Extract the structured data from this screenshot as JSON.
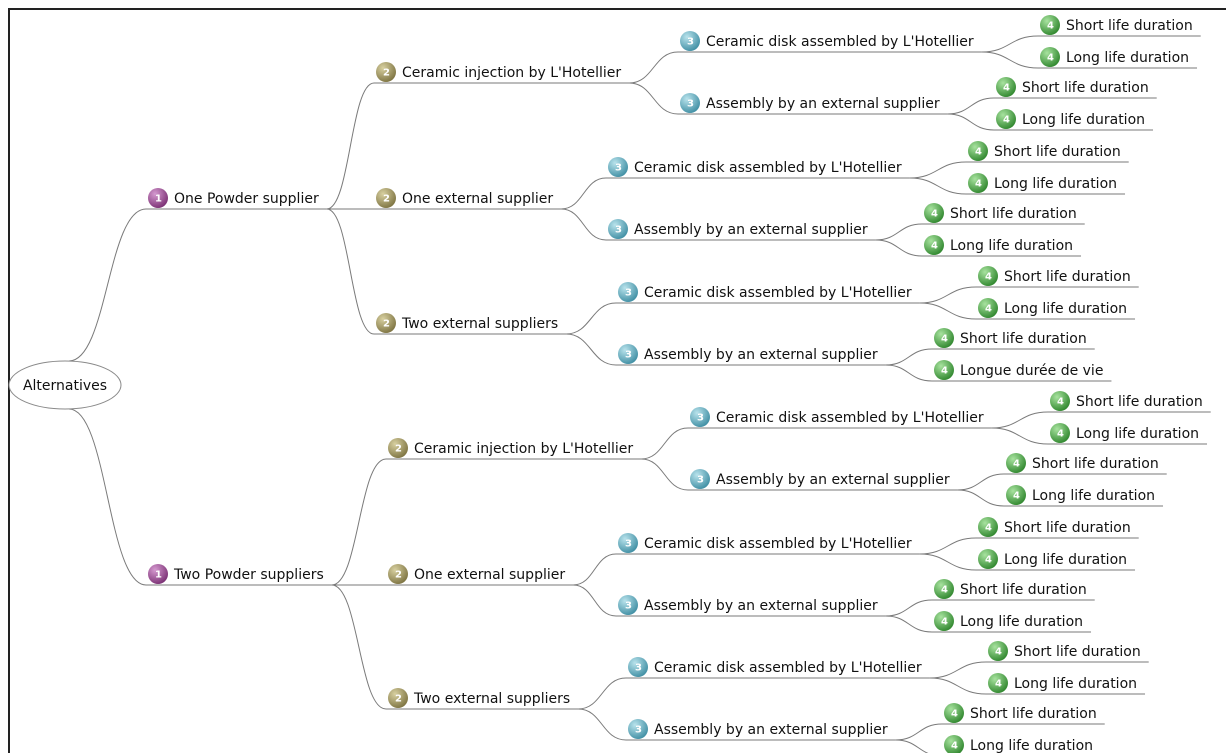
{
  "root": {
    "label": "Alternatives",
    "children": [
      {
        "level": 1,
        "label": "One Powder supplier",
        "children": [
          {
            "level": 2,
            "label": "Ceramic injection by L'Hotellier",
            "children": [
              {
                "level": 3,
                "label": "Ceramic disk assembled by L'Hotellier",
                "children": [
                  {
                    "level": 4,
                    "label": "Short life duration"
                  },
                  {
                    "level": 4,
                    "label": "Long life duration"
                  }
                ]
              },
              {
                "level": 3,
                "label": "Assembly by an external supplier",
                "children": [
                  {
                    "level": 4,
                    "label": "Short life duration"
                  },
                  {
                    "level": 4,
                    "label": "Long life duration"
                  }
                ]
              }
            ]
          },
          {
            "level": 2,
            "label": "One external supplier",
            "children": [
              {
                "level": 3,
                "label": "Ceramic disk assembled by L'Hotellier",
                "children": [
                  {
                    "level": 4,
                    "label": "Short life duration"
                  },
                  {
                    "level": 4,
                    "label": "Long life duration"
                  }
                ]
              },
              {
                "level": 3,
                "label": "Assembly by an external supplier",
                "children": [
                  {
                    "level": 4,
                    "label": "Short life duration"
                  },
                  {
                    "level": 4,
                    "label": "Long life duration"
                  }
                ]
              }
            ]
          },
          {
            "level": 2,
            "label": "Two external suppliers",
            "children": [
              {
                "level": 3,
                "label": "Ceramic disk assembled by L'Hotellier",
                "children": [
                  {
                    "level": 4,
                    "label": "Short life duration"
                  },
                  {
                    "level": 4,
                    "label": "Long life duration"
                  }
                ]
              },
              {
                "level": 3,
                "label": "Assembly by an external supplier",
                "children": [
                  {
                    "level": 4,
                    "label": "Short life duration"
                  },
                  {
                    "level": 4,
                    "label": "Longue durée de vie"
                  }
                ]
              }
            ]
          }
        ]
      },
      {
        "level": 1,
        "label": "Two Powder suppliers",
        "children": [
          {
            "level": 2,
            "label": "Ceramic injection by L'Hotellier",
            "children": [
              {
                "level": 3,
                "label": "Ceramic disk assembled by L'Hotellier",
                "children": [
                  {
                    "level": 4,
                    "label": "Short life duration"
                  },
                  {
                    "level": 4,
                    "label": "Long life duration"
                  }
                ]
              },
              {
                "level": 3,
                "label": "Assembly by an external supplier",
                "children": [
                  {
                    "level": 4,
                    "label": "Short life duration"
                  },
                  {
                    "level": 4,
                    "label": "Long life duration"
                  }
                ]
              }
            ]
          },
          {
            "level": 2,
            "label": "One external supplier",
            "children": [
              {
                "level": 3,
                "label": "Ceramic disk assembled by L'Hotellier",
                "children": [
                  {
                    "level": 4,
                    "label": "Short life duration"
                  },
                  {
                    "level": 4,
                    "label": "Long life duration"
                  }
                ]
              },
              {
                "level": 3,
                "label": "Assembly by an external supplier",
                "children": [
                  {
                    "level": 4,
                    "label": "Short life duration"
                  },
                  {
                    "level": 4,
                    "label": "Long life duration"
                  }
                ]
              }
            ]
          },
          {
            "level": 2,
            "label": "Two external suppliers",
            "children": [
              {
                "level": 3,
                "label": "Ceramic disk assembled by L'Hotellier",
                "children": [
                  {
                    "level": 4,
                    "label": "Short life duration"
                  },
                  {
                    "level": 4,
                    "label": "Long life duration"
                  }
                ]
              },
              {
                "level": 3,
                "label": "Assembly by an external supplier",
                "children": [
                  {
                    "level": 4,
                    "label": "Short life duration"
                  },
                  {
                    "level": 4,
                    "label": "Long life duration"
                  }
                ]
              }
            ]
          }
        ]
      }
    ]
  },
  "level_badges": {
    "1": {
      "icon": "priority-1-icon",
      "number": "1",
      "color": "#8e3f86"
    },
    "2": {
      "icon": "priority-2-icon",
      "number": "2",
      "color": "#8f8550"
    },
    "3": {
      "icon": "priority-3-icon",
      "number": "3",
      "color": "#4f9fb3"
    },
    "4": {
      "icon": "priority-4-icon",
      "number": "4",
      "color": "#3f9a3c"
    }
  },
  "line_color": "#7a7a7a"
}
